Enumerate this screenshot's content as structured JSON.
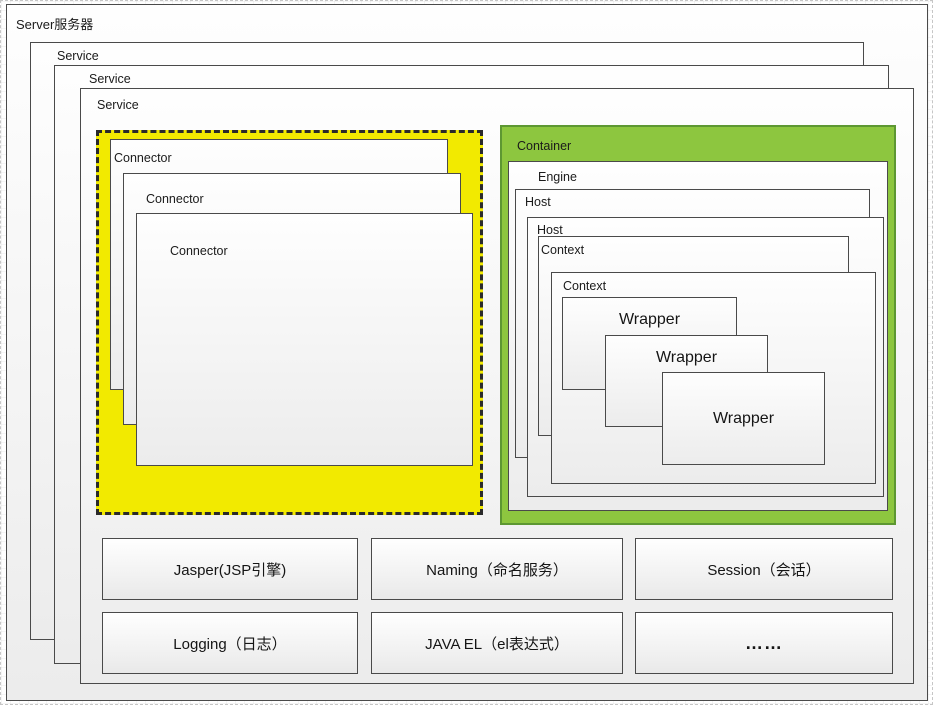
{
  "diagram": {
    "server": {
      "label": "Server服务器"
    },
    "services": [
      {
        "label": "Service"
      },
      {
        "label": "Service"
      },
      {
        "label": "Service"
      }
    ],
    "connector_group": {
      "connectors": [
        {
          "label": "Connector"
        },
        {
          "label": "Connector"
        },
        {
          "label": "Connector"
        }
      ]
    },
    "container": {
      "label": "Container",
      "engine": {
        "label": "Engine"
      },
      "hosts": [
        {
          "label": "Host"
        },
        {
          "label": "Host"
        }
      ],
      "contexts": [
        {
          "label": "Context"
        },
        {
          "label": "Context"
        }
      ],
      "wrappers": [
        {
          "label": "Wrapper"
        },
        {
          "label": "Wrapper"
        },
        {
          "label": "Wrapper"
        }
      ]
    },
    "features": [
      {
        "label": "Jasper(JSP引擎)"
      },
      {
        "label": "Naming（命名服务）"
      },
      {
        "label": "Session（会话）"
      },
      {
        "label": "Logging（日志）"
      },
      {
        "label": "JAVA EL（el表达式）"
      },
      {
        "label": "……"
      }
    ],
    "colors": {
      "connector_bg": "#f2ea00",
      "container_bg": "#8dc63f",
      "container_border": "#5d9732"
    }
  }
}
